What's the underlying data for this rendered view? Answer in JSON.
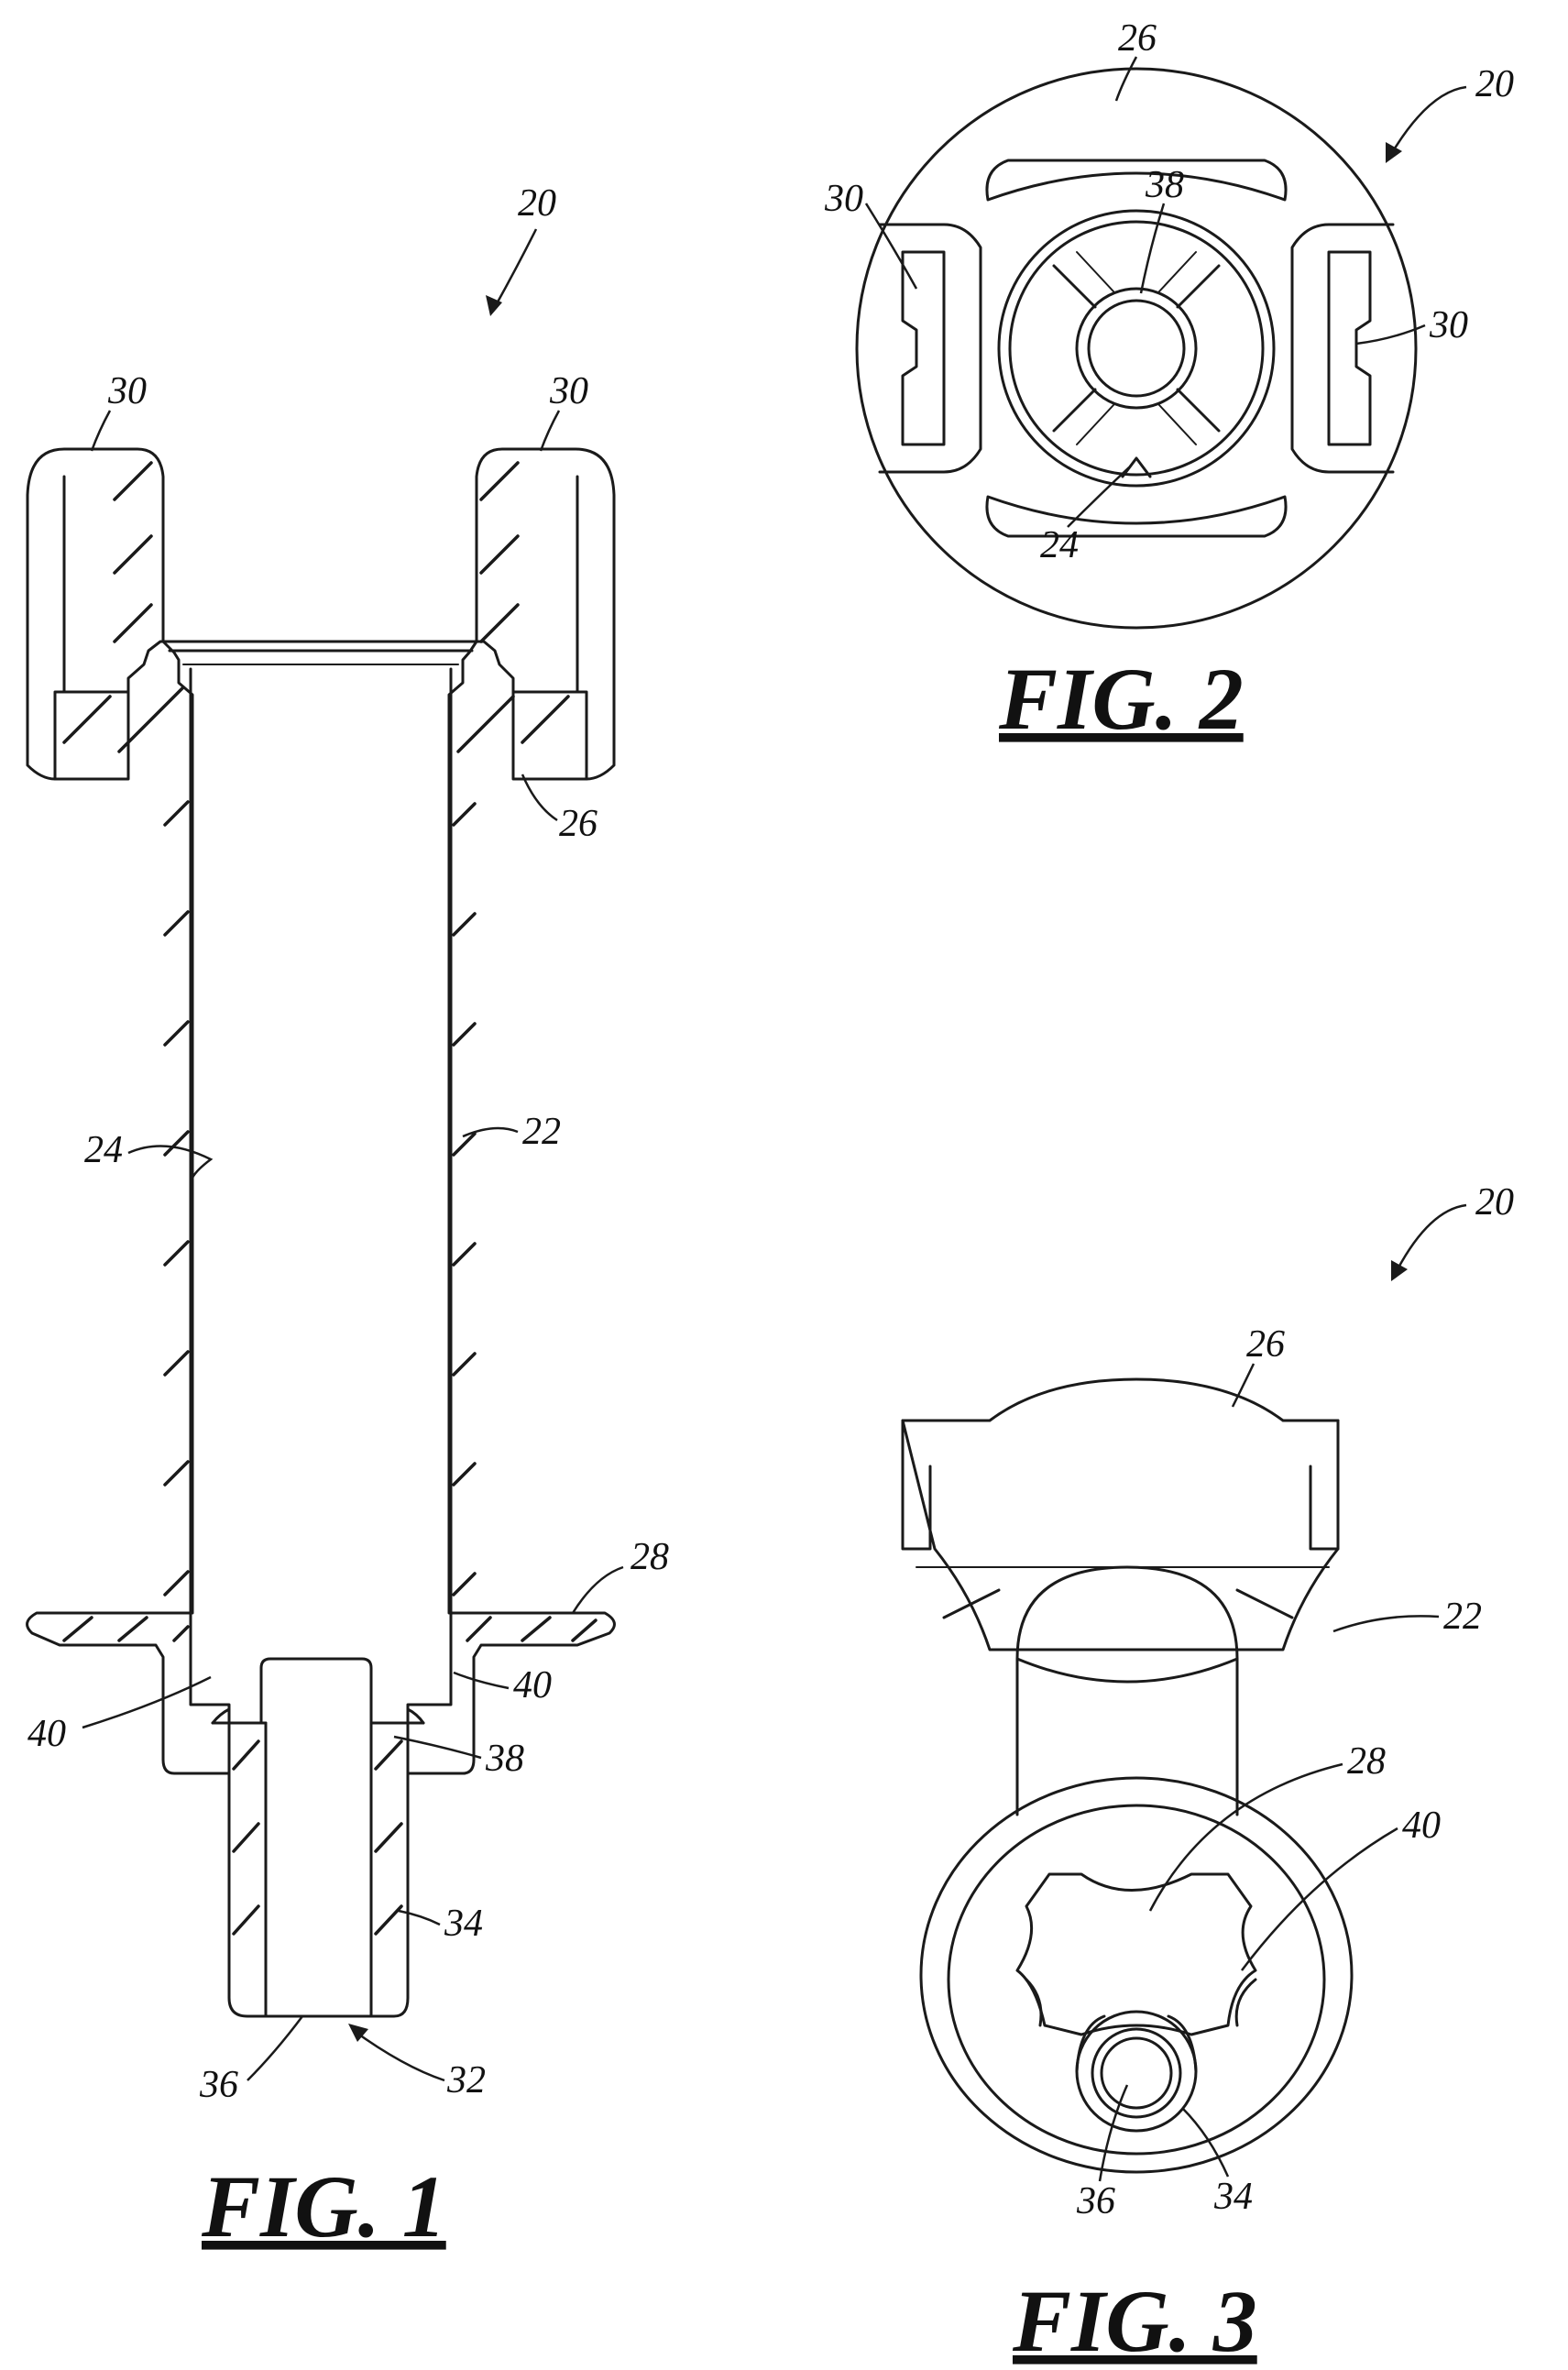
{
  "figures": [
    {
      "label": "FIG. 1"
    },
    {
      "label": "FIG. 2"
    },
    {
      "label": "FIG. 3"
    }
  ],
  "fig1_refs": [
    "20",
    "30",
    "30",
    "26",
    "24",
    "22",
    "28",
    "40",
    "40",
    "38",
    "34",
    "36",
    "32"
  ],
  "fig2_refs": [
    "26",
    "20",
    "30",
    "38",
    "30",
    "24"
  ],
  "fig3_refs": [
    "20",
    "26",
    "22",
    "28",
    "40",
    "36",
    "34"
  ]
}
